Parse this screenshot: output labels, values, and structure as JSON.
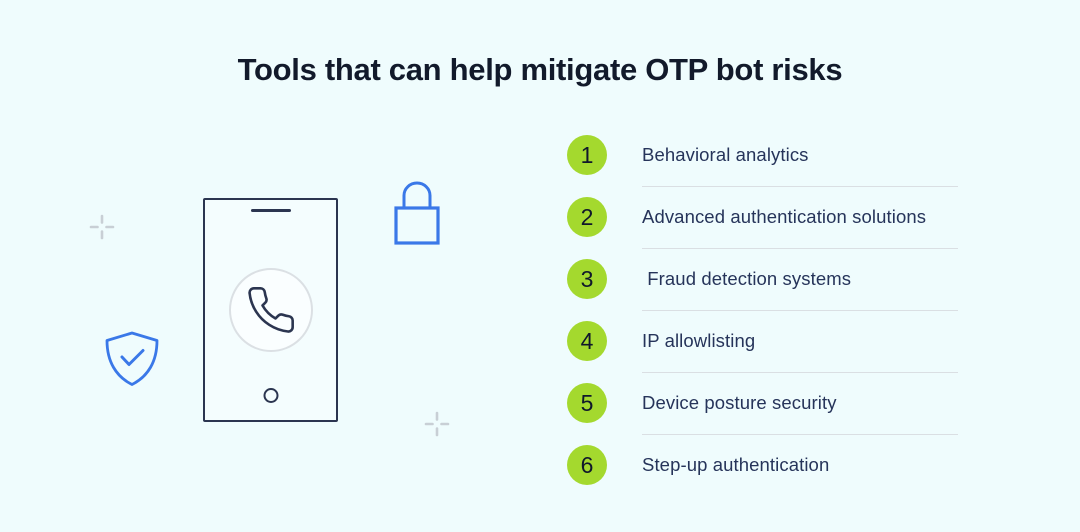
{
  "title": "Tools that can help mitigate OTP bot risks",
  "list": {
    "items": [
      {
        "number": "1",
        "label": "Behavioral analytics"
      },
      {
        "number": "2",
        "label": "Advanced authentication solutions"
      },
      {
        "number": "3",
        "label": " Fraud detection systems"
      },
      {
        "number": "4",
        "label": "IP allowlisting"
      },
      {
        "number": "5",
        "label": "Device posture security"
      },
      {
        "number": "6",
        "label": "Step-up authentication"
      }
    ]
  },
  "illustration": {
    "icons": [
      "smartphone-icon",
      "phone-handset-icon",
      "lock-icon",
      "shield-check-icon",
      "crosshair-mark",
      "crosshair-mark"
    ]
  },
  "colors": {
    "background": "#EFFCFD",
    "title_text": "#121A2B",
    "item_text": "#26345A",
    "badge_green": "#A4D92E",
    "badge_number": "#10182B",
    "outline_navy": "#2B3550",
    "icon_blue": "#3A78E8",
    "divider_gray": "#DADFE3",
    "crosshair_gray": "#C8CFD5"
  }
}
